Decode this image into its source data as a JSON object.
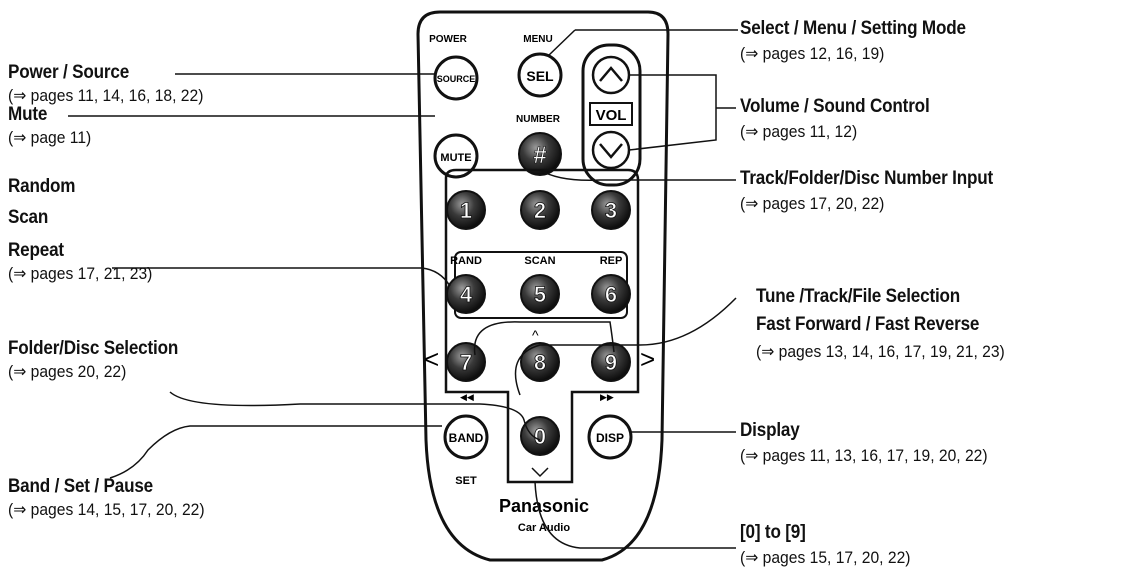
{
  "remote": {
    "top_labels": {
      "power": "POWER",
      "menu": "MENU",
      "number": "NUMBER"
    },
    "buttons": {
      "source": "SOURCE",
      "sel": "SEL",
      "mute": "MUTE",
      "number": "#",
      "vol": "VOL",
      "band": "BAND",
      "disp": "DISP",
      "digits": [
        "1",
        "2",
        "3",
        "4",
        "5",
        "6",
        "7",
        "8",
        "9",
        "0"
      ]
    },
    "key_labels": {
      "rand": "RAND",
      "scan": "SCAN",
      "rep": "REP",
      "set": "SET"
    },
    "brand": "Panasonic",
    "brand_sub": "Car Audio"
  },
  "callouts_left": [
    {
      "lines": [
        "Power / Source"
      ],
      "pages": "(⇒ pages 11, 14, 16, 18, 22)"
    },
    {
      "lines": [
        "Mute"
      ],
      "pages": "(⇒ page 11)"
    },
    {
      "lines": [
        "Random",
        "Scan",
        "Repeat"
      ],
      "pages": "(⇒ pages 17, 21, 23)"
    },
    {
      "lines": [
        "Folder/Disc Selection"
      ],
      "pages": "(⇒ pages 20, 22)"
    },
    {
      "lines": [
        "Band / Set / Pause"
      ],
      "pages": "(⇒ pages 14, 15, 17, 20, 22)"
    }
  ],
  "callouts_right": [
    {
      "lines": [
        "Select / Menu / Setting Mode"
      ],
      "pages": "(⇒ pages 12, 16, 19)"
    },
    {
      "lines": [
        "Volume / Sound Control"
      ],
      "pages": "(⇒ pages 11, 12)"
    },
    {
      "lines": [
        "Track/Folder/Disc Number Input"
      ],
      "pages": "(⇒ pages 17, 20, 22)"
    },
    {
      "lines": [
        "Tune /Track/File Selection",
        "Fast Forward / Fast Reverse"
      ],
      "pages": "(⇒ pages 13, 14, 16, 17, 19, 21, 23)"
    },
    {
      "lines": [
        "Display"
      ],
      "pages": "(⇒ pages 11, 13, 16, 17, 19, 20, 22)"
    },
    {
      "lines": [
        "[0] to [9]"
      ],
      "pages": "(⇒ pages 15, 17, 20, 22)"
    }
  ]
}
